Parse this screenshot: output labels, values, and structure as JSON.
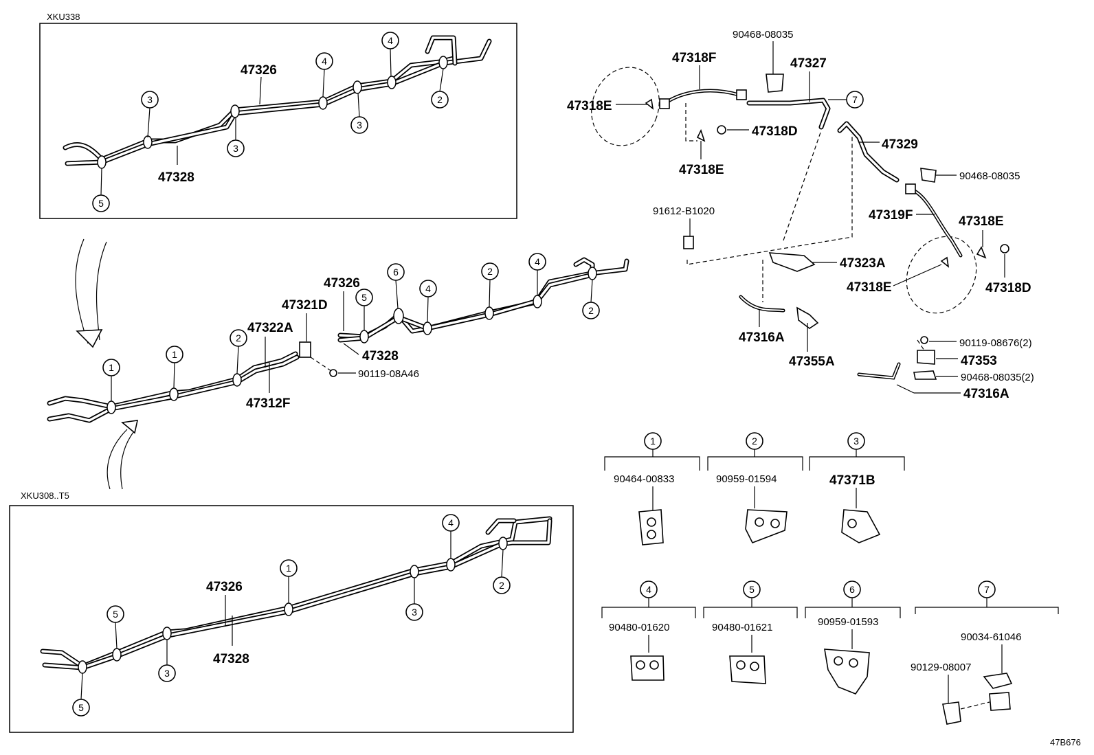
{
  "frames": {
    "top_label": "XKU338",
    "bottom_label": "XKU308..T5"
  },
  "diagram_code": "47B676",
  "main_assembly": {
    "p47326": "47326",
    "p47321D": "47321D",
    "p47322A": "47322A",
    "p47328": "47328",
    "p47312F": "47312F",
    "p90119_08A46": "90119-08A46"
  },
  "top_inset": {
    "p47326": "47326",
    "p47328": "47328"
  },
  "bottom_inset": {
    "p47326": "47326",
    "p47328": "47328"
  },
  "right_assembly": {
    "p90468_08035_top": "90468-08035",
    "p47318F": "47318F",
    "p47327": "47327",
    "p47318E_a": "47318E",
    "p47318D_a": "47318D",
    "p47318E_b": "47318E",
    "p47329": "47329",
    "p90468_08035_r": "90468-08035",
    "p91612_B1020": "91612-B1020",
    "p47319F": "47319F",
    "p47318E_c": "47318E",
    "p47323A": "47323A",
    "p47318E_d": "47318E",
    "p47318D_b": "47318D",
    "p47316A_a": "47316A",
    "p47355A": "47355A",
    "p90119_08676": "90119-08676(2)",
    "p47353": "47353",
    "p90468_08035_2": "90468-08035(2)",
    "p47316A_b": "47316A"
  },
  "clamp_legend": [
    {
      "num": "1",
      "part": "90464-00833"
    },
    {
      "num": "2",
      "part": "90959-01594"
    },
    {
      "num": "3",
      "part": "47371B"
    },
    {
      "num": "4",
      "part": "90480-01620"
    },
    {
      "num": "5",
      "part": "90480-01621"
    },
    {
      "num": "6",
      "part": "90959-01593"
    },
    {
      "num": "7",
      "part_a": "90034-61046",
      "part_b": "90129-08007"
    }
  ],
  "callout_numbers": {
    "c1": "1",
    "c2": "2",
    "c3": "3",
    "c4": "4",
    "c5": "5",
    "c6": "6",
    "c7": "7"
  }
}
